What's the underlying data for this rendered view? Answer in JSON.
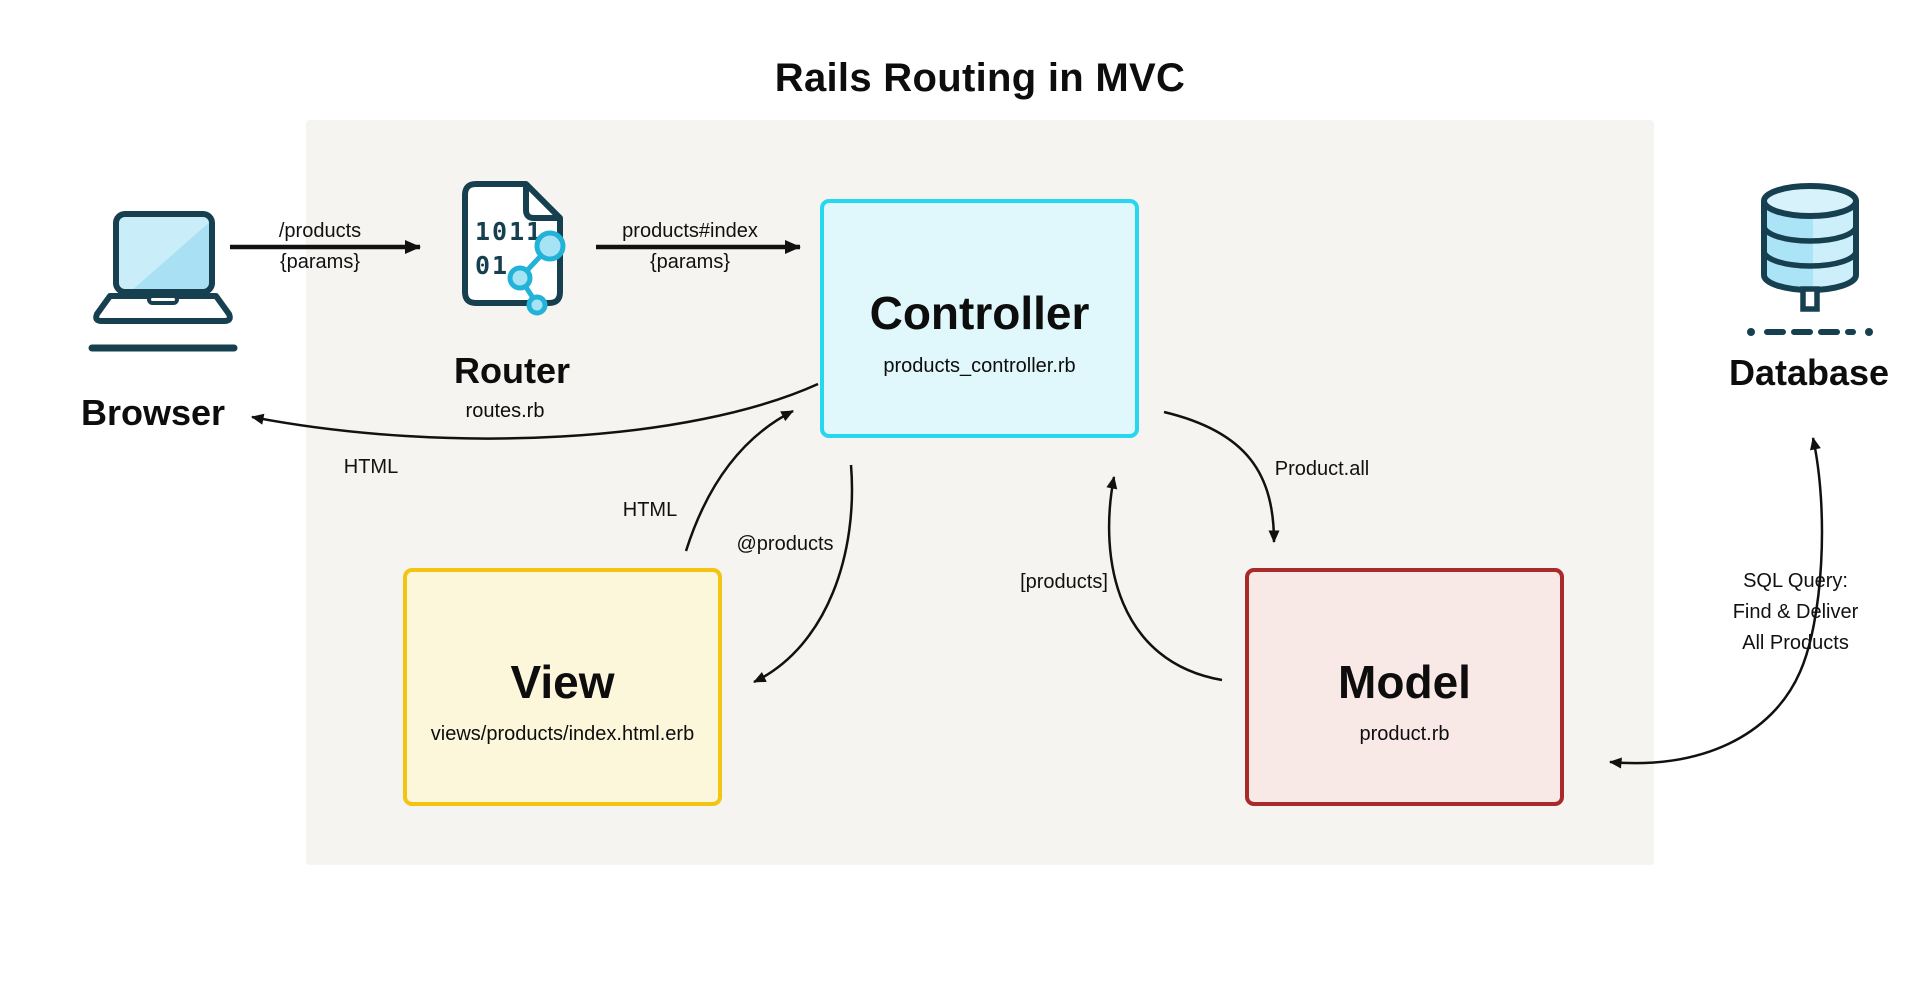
{
  "title": "Rails Routing in MVC",
  "nodes": {
    "browser": {
      "label": "Browser"
    },
    "router": {
      "label": "Router",
      "file": "routes.rb",
      "icon_lines": [
        "1011",
        "01"
      ]
    },
    "controller": {
      "label": "Controller",
      "file": "products_controller.rb"
    },
    "view": {
      "label": "View",
      "file": "views/products/index.html.erb"
    },
    "model": {
      "label": "Model",
      "file": "product.rb"
    },
    "database": {
      "label": "Database"
    }
  },
  "edges": {
    "browser_to_router": {
      "lines": [
        "/products",
        "{params}"
      ]
    },
    "router_to_controller": {
      "lines": [
        "products#index",
        "{params}"
      ]
    },
    "controller_to_browser": {
      "label": "HTML"
    },
    "view_to_controller": {
      "label": "HTML"
    },
    "controller_to_view": {
      "label": "@products"
    },
    "controller_to_model": {
      "label": "Product.all"
    },
    "model_to_controller": {
      "label": "[products]"
    },
    "model_to_database": {
      "lines": [
        "SQL Query:",
        "Find & Deliver",
        "All Products"
      ]
    }
  },
  "icons": {
    "browser": "laptop-icon",
    "router": "binary-document-share-icon",
    "database": "database-cylinder-icon"
  },
  "colors": {
    "panel_bg": "#f5f4f1",
    "controller_border": "#27d7f0",
    "controller_fill": "#e0f8fb",
    "view_border": "#f3c412",
    "view_fill": "#fcf6db",
    "model_border": "#a92a2a",
    "model_fill": "#f8e8e6",
    "icon_outline": "#16404f",
    "icon_fill": "#abe4f7",
    "accent_cyan": "#23b3d8",
    "arrow_color": "#111111",
    "text_color": "#0d0d0d"
  }
}
